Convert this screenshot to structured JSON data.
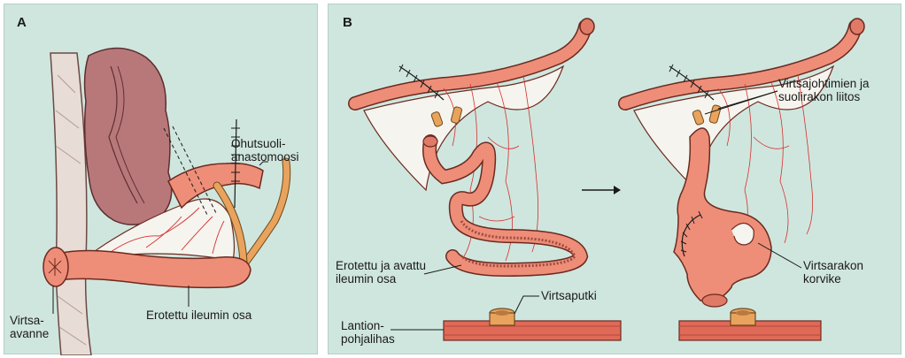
{
  "panel_a": {
    "letter": "A",
    "labels": {
      "anastomosis_line1": "Ohutsuoli-",
      "anastomosis_line2": "anastomoosi",
      "stoma_line1": "Virtsa-",
      "stoma_line2": "avanne",
      "ileum_segment": "Erotettu ileumin osa"
    }
  },
  "panel_b": {
    "letter": "B",
    "labels": {
      "ureter_junction_line1": "Virtsajohtimien ja",
      "ureter_junction_line2": "suolirakon liitos",
      "opened_ileum_line1": "Erotettu ja avattu",
      "opened_ileum_line2": "ileumin osa",
      "urethra": "Virtsaputki",
      "pelvic_floor_line1": "Lantion-",
      "pelvic_floor_line2": "pohjalihas",
      "neobladder_line1": "Virtsarakon",
      "neobladder_line2": "korvike"
    }
  },
  "colors": {
    "background": "#cfe6de",
    "bowel": "#ee8e78",
    "bowel_outline": "#6b2a20",
    "colon": "#b8787a",
    "ureter": "#e9a35c",
    "mesentery": "#f6f4ee",
    "vessels": "#d63030",
    "muscle": "#e06a58"
  }
}
